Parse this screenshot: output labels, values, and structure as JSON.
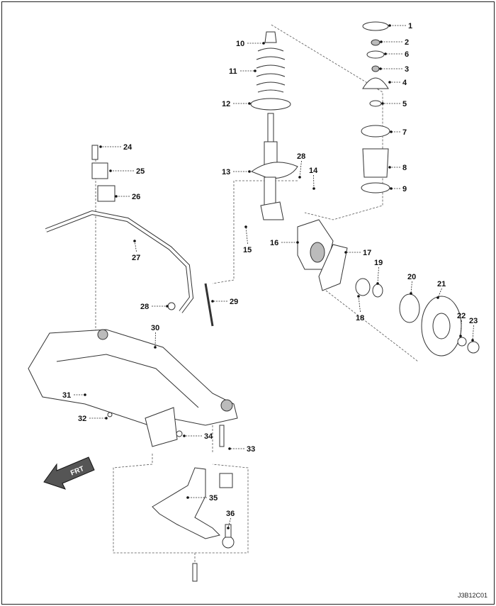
{
  "diagram": {
    "labels": [
      "1",
      "2",
      "3",
      "4",
      "5",
      "6",
      "7",
      "8",
      "9",
      "10",
      "11",
      "12",
      "13",
      "14",
      "15",
      "16",
      "17",
      "18",
      "19",
      "20",
      "21",
      "22",
      "23",
      "24",
      "25",
      "26",
      "27",
      "28",
      "28",
      "29",
      "30",
      "31",
      "32",
      "33",
      "34",
      "35",
      "36"
    ],
    "direction_marker": "FRT",
    "figure_code": "J3B12C01"
  }
}
